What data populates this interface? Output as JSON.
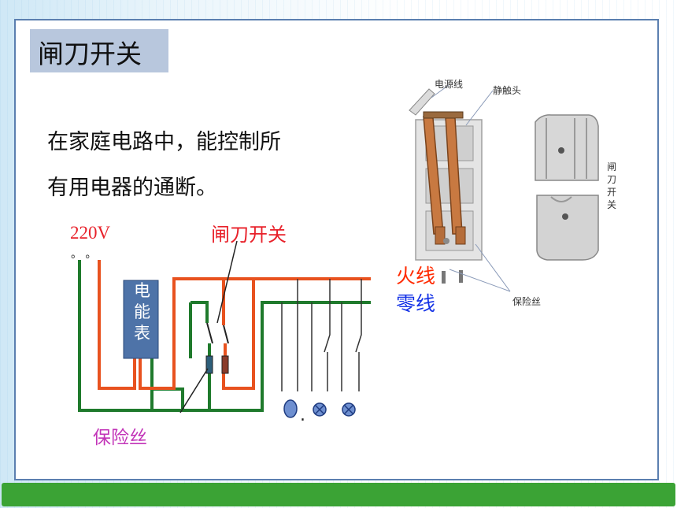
{
  "title": "闸刀开关",
  "description": [
    "在家庭电路中，能控制所",
    "有用电器的通断。"
  ],
  "circuit": {
    "voltage_label": "220V",
    "terminal_marks": "。 。",
    "knife_switch_label": "闸刀开关",
    "meter_label": [
      "电",
      "能",
      "表"
    ],
    "fuse_label": "保险丝",
    "live_wire_label": "火线",
    "neutral_wire_label": "零线",
    "dots": "."
  },
  "photo_labels": {
    "power_cord": "电源线",
    "static_contact": "静触头",
    "fuse": "保险丝",
    "side_label": [
      "闸",
      "刀",
      "开",
      "关"
    ]
  },
  "colors": {
    "live": "#e8521f",
    "neutral": "#1f7a2c",
    "meter": "#4e73a8",
    "fuse_label": "#c234b8",
    "live_text": "#ff2a00",
    "neutral_text": "#1432e6",
    "bottom_bar": "#3ba335"
  }
}
